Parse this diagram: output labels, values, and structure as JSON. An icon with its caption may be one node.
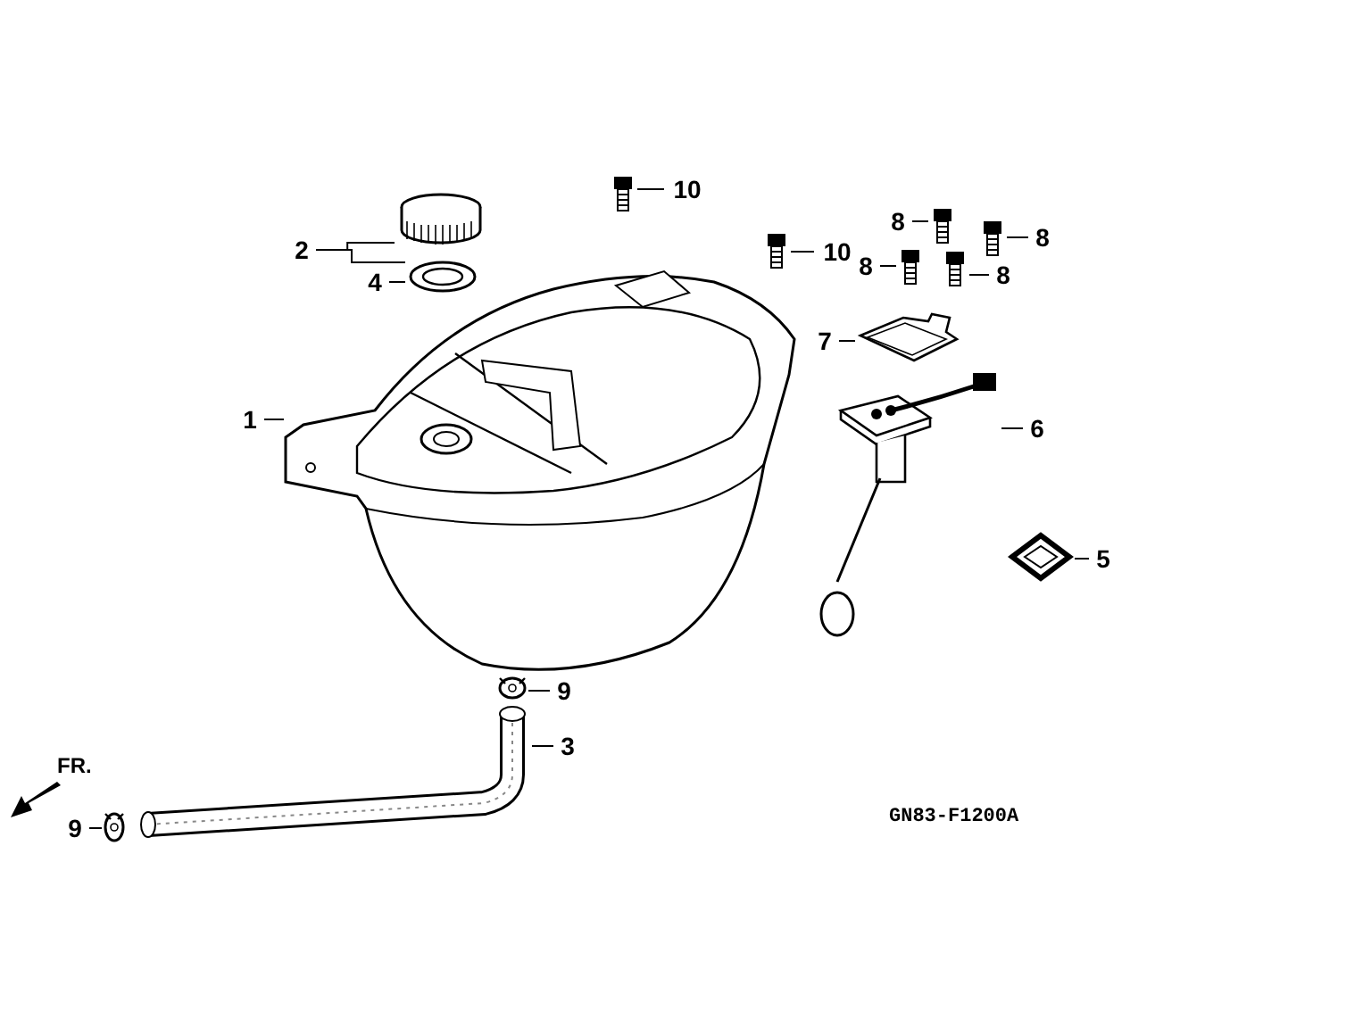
{
  "diagram": {
    "nodes": [
      {
        "text": [
          "2"
        ]
      },
      {
        "text": [],
        "shape": "picture"
      },
      {
        "text": [
          "4"
        ]
      },
      {
        "text": [],
        "shape": "picture"
      },
      {
        "text": [
          "10"
        ]
      },
      {
        "text": [],
        "shape": "picture"
      },
      {
        "text": [
          "10"
        ]
      },
      {
        "text": [],
        "shape": "picture"
      },
      {
        "text": [
          "8"
        ]
      },
      {
        "text": [],
        "shape": "picture"
      },
      {
        "text": [
          "8"
        ]
      },
      {
        "text": [],
        "shape": "picture"
      },
      {
        "text": [
          "8"
        ]
      },
      {
        "text": [],
        "shape": "picture"
      },
      {
        "text": [
          "8"
        ]
      },
      {
        "text": [],
        "shape": "picture"
      },
      {
        "text": [
          "7"
        ]
      },
      {
        "text": [],
        "shape": "picture"
      },
      {
        "text": [
          "1"
        ]
      },
      {
        "text": [],
        "shape": "picture"
      },
      {
        "text": [
          "6"
        ]
      },
      {
        "text": [],
        "shape": "picture"
      },
      {
        "text": [
          "5"
        ]
      },
      {
        "text": [],
        "shape": "picture"
      },
      {
        "text": [
          "9"
        ]
      },
      {
        "text": [],
        "shape": "picture"
      },
      {
        "text": [
          "3"
        ]
      },
      {
        "text": [],
        "shape": "picture"
      },
      {
        "text": [
          "9"
        ]
      },
      {
        "text": [],
        "shape": "picture"
      }
    ],
    "edges": [
      {
        "from": 0,
        "to": 1,
        "arrow": "none"
      },
      {
        "from": 0,
        "to": 3,
        "arrow": "none"
      },
      {
        "from": 2,
        "to": 3,
        "arrow": "none"
      },
      {
        "from": 4,
        "to": 5,
        "arrow": "none"
      },
      {
        "from": 6,
        "to": 7,
        "arrow": "none"
      },
      {
        "from": 8,
        "to": 9,
        "arrow": "none"
      },
      {
        "from": 10,
        "to": 11,
        "arrow": "none"
      },
      {
        "from": 12,
        "to": 13,
        "arrow": "none"
      },
      {
        "from": 14,
        "to": 15,
        "arrow": "none"
      },
      {
        "from": 16,
        "to": 17,
        "arrow": "none"
      },
      {
        "from": 18,
        "to": 19,
        "arrow": "none"
      },
      {
        "from": 20,
        "to": 21,
        "arrow": "none"
      },
      {
        "from": 22,
        "to": 23,
        "arrow": "none"
      },
      {
        "from": 24,
        "to": 25,
        "arrow": "none"
      },
      {
        "from": 26,
        "to": 27,
        "arrow": "none"
      },
      {
        "from": 28,
        "to": 29,
        "arrow": "none"
      }
    ],
    "labels": [
      "FR.",
      "GN83-F1200A"
    ]
  }
}
